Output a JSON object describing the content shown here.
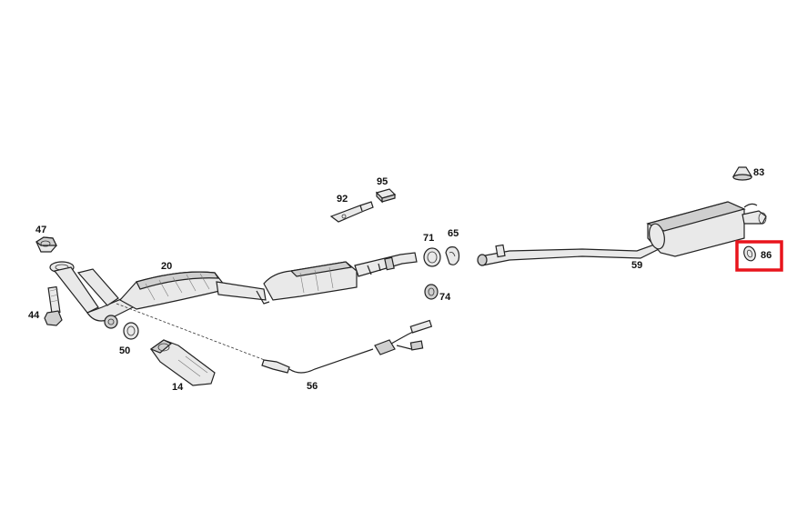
{
  "labels": {
    "p83": "83",
    "p95": "95",
    "p92": "92",
    "p47": "47",
    "p20": "20",
    "p71": "71",
    "p65": "65",
    "p59": "59",
    "p86": "86",
    "p44": "44",
    "p50": "50",
    "p14": "14",
    "p56": "56",
    "p74": "74"
  },
  "highlight": {
    "part": "86",
    "color": "#e8141c"
  }
}
